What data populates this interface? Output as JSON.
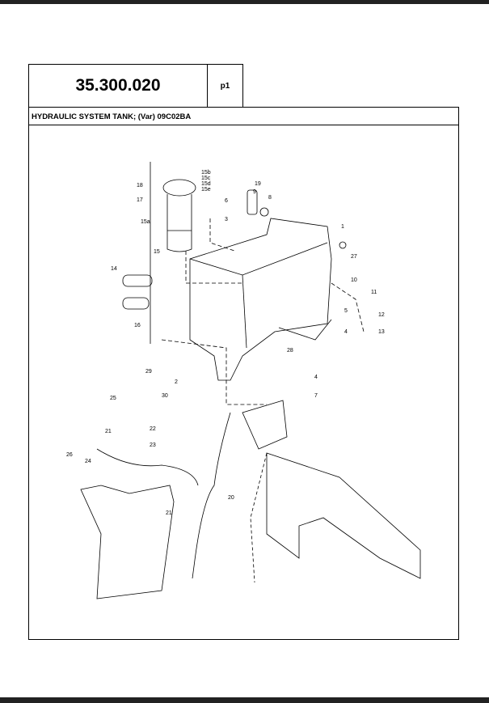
{
  "header": {
    "section_code": "35.300.020",
    "page": "p1"
  },
  "title": "HYDRAULIC SYSTEM TANK; (Var) 09C02BA",
  "callouts": [
    "15b",
    "15c",
    "15d",
    "15e",
    "18",
    "17",
    "15a",
    "15",
    "6",
    "3",
    "19",
    "9",
    "8",
    "1",
    "27",
    "14",
    "10",
    "11",
    "5",
    "12",
    "4",
    "13",
    "16",
    "28",
    "29",
    "2",
    "30",
    "4",
    "7",
    "25",
    "21",
    "22",
    "23",
    "26",
    "24",
    "20",
    "21"
  ]
}
